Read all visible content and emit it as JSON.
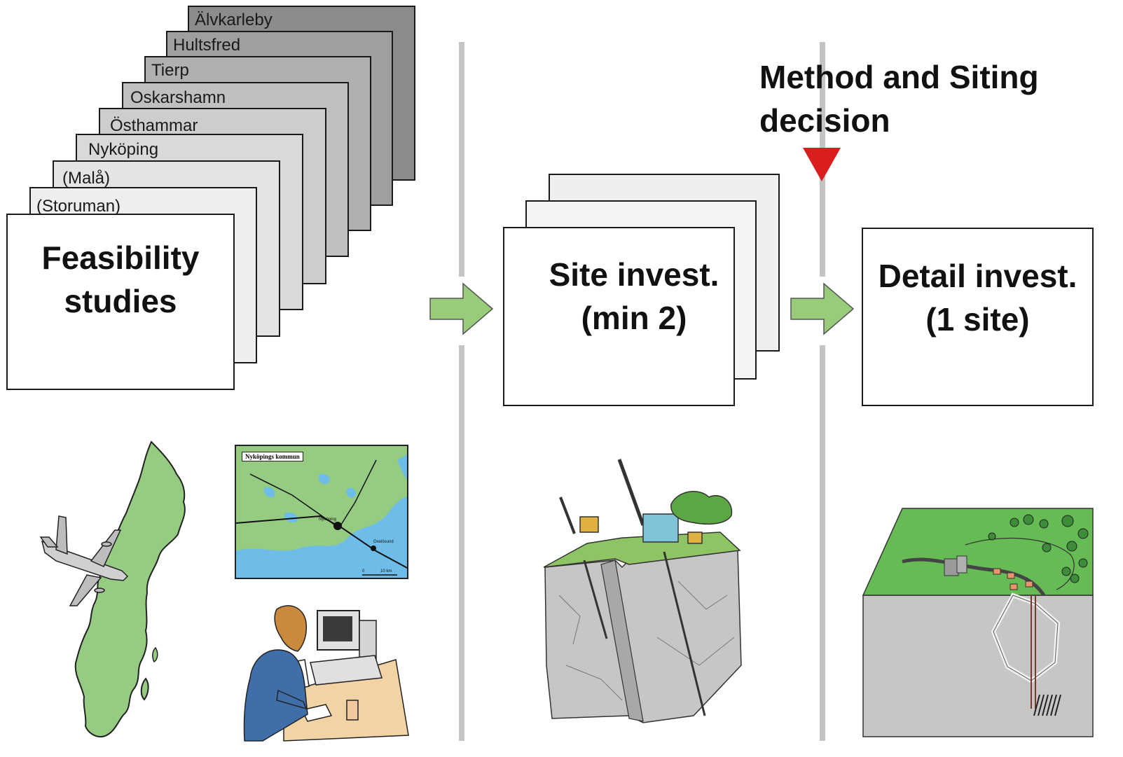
{
  "feasibility": {
    "title": "Feasibility\nstudies",
    "sites": [
      "Älvkarleby",
      "Hultsfred",
      "Tierp",
      "Oskarshamn",
      "Östhammar",
      "Nyköping",
      "(Malå)",
      "(Storuman)"
    ],
    "map_title": "Nyköpings kommun",
    "map_town": "Nyköping",
    "map_port": "Oxelösund",
    "map_scale_zero": "0",
    "map_scale_end": "10 km"
  },
  "site_investigation": {
    "title": "Site invest.\n(min 2)"
  },
  "detail_investigation": {
    "title": "Detail invest.\n(1 site)"
  },
  "decision": {
    "label": "Method and Siting\ndecision"
  },
  "colors": {
    "arrow_fill": "#99cc7a",
    "marker": "#d81e1e",
    "divider": "#c4c4c4",
    "land_green": "#95cc82",
    "water_blue": "#6ebde8",
    "grass": "#66bb55",
    "rock": "#c6c6c6"
  }
}
